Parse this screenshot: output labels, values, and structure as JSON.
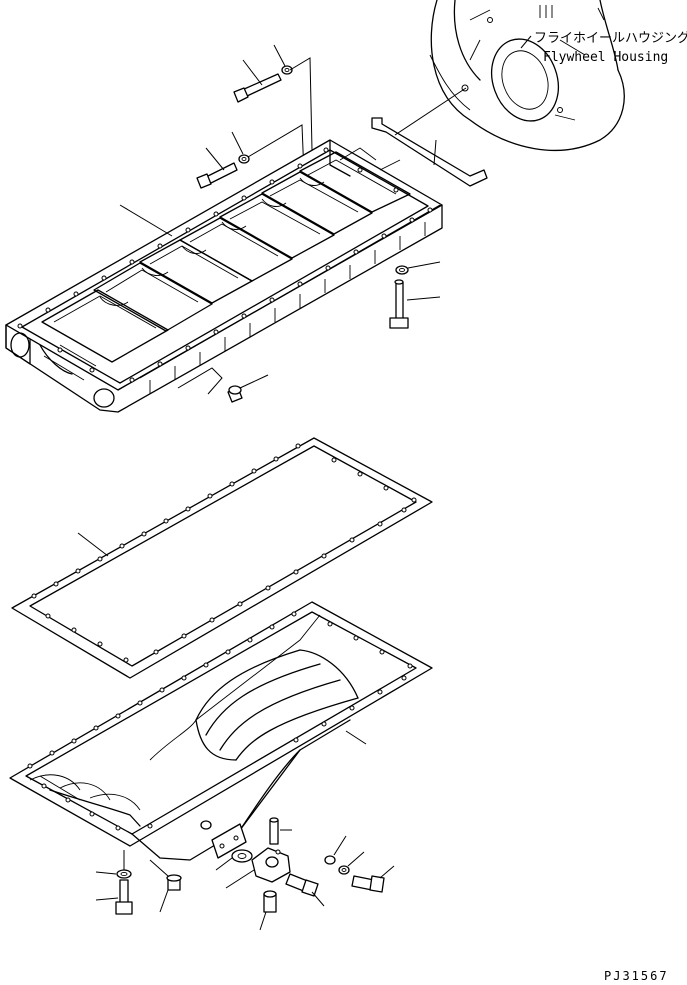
{
  "callouts": {
    "housing_jp": "フライホイールハウジング",
    "housing_en": "Flywheel Housing"
  },
  "drawing_number": "PJ31567"
}
